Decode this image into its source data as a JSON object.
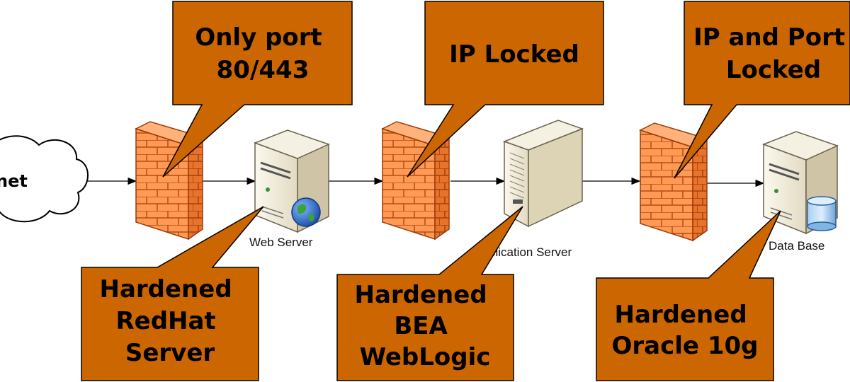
{
  "colors": {
    "callout_fill": "#CC6600",
    "callout_stroke": "#000000",
    "firewall_light": "#FF9A55",
    "firewall_dark": "#E8742B",
    "server_body": "#EFE9D8",
    "server_shade": "#C8BE9E",
    "globe": "#2E6FD1",
    "database": "#7FB4E6"
  },
  "cloud": {
    "label": "net"
  },
  "firewall_icon": "brick-firewall-icon",
  "servers": [
    {
      "label": "Web Server",
      "icon": "web-server-icon"
    },
    {
      "label": "plication Server",
      "icon": "application-server-icon"
    },
    {
      "label": "Data Base",
      "icon": "database-server-icon"
    }
  ],
  "callouts_top": [
    {
      "lines": [
        "Only port",
        "80/443"
      ]
    },
    {
      "lines": [
        "IP Locked"
      ]
    },
    {
      "lines": [
        "IP and Port",
        "Locked"
      ]
    }
  ],
  "callouts_bottom": [
    {
      "lines": [
        "Hardened",
        "RedHat",
        "Server"
      ]
    },
    {
      "lines": [
        "Hardened",
        "BEA",
        "WebLogic"
      ]
    },
    {
      "lines": [
        "Hardened",
        "Oracle 10g"
      ]
    }
  ]
}
